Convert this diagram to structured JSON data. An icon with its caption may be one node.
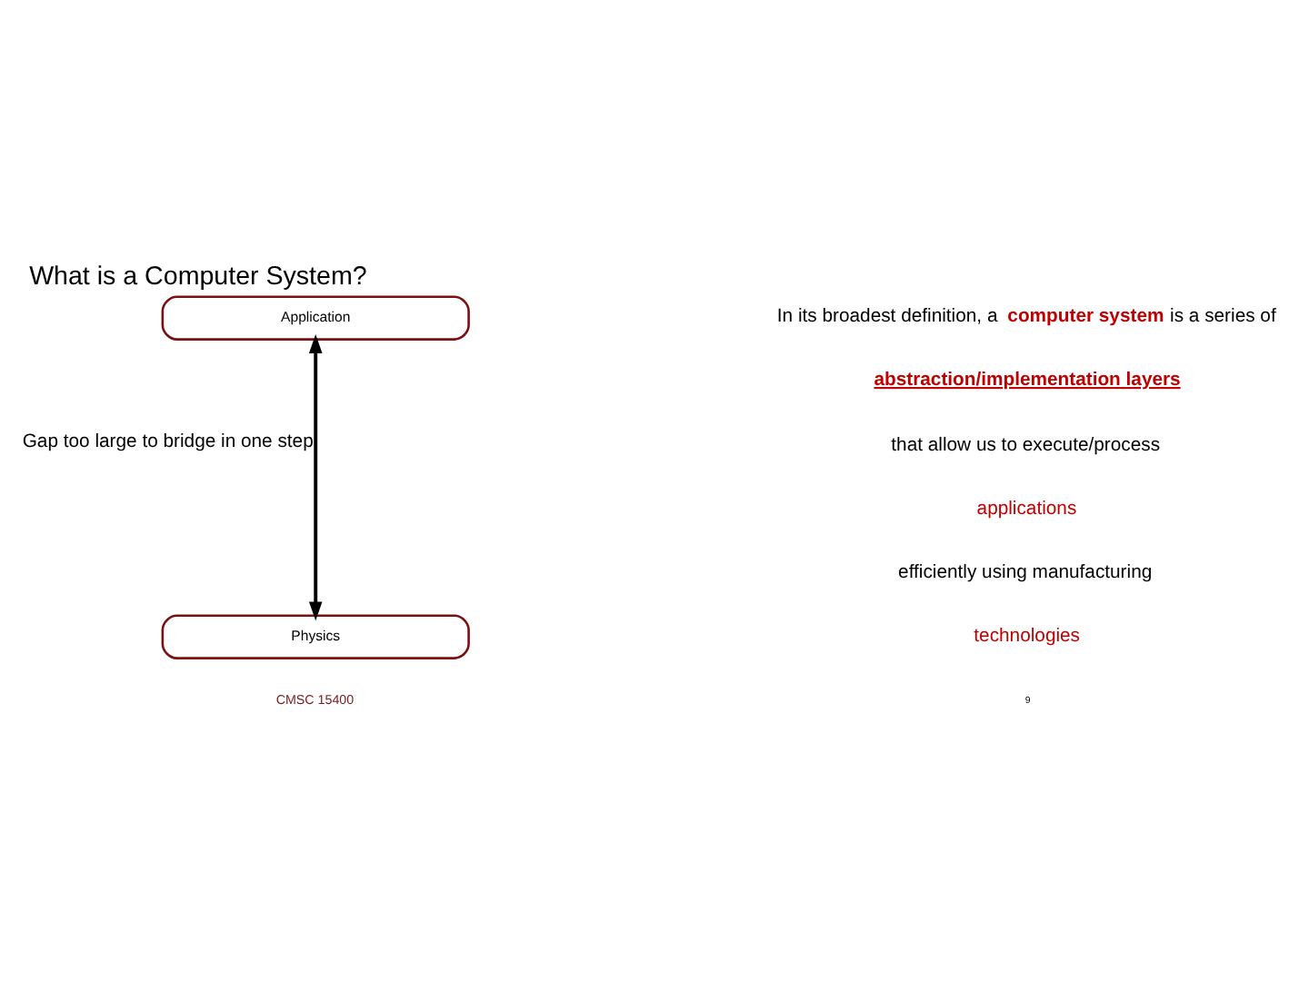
{
  "diagram": {
    "title": "What is a Computer System?",
    "nodes": [
      {
        "text": [
          "Application"
        ]
      },
      {
        "text": [
          "Physics"
        ]
      }
    ],
    "edges": [
      {
        "from": 0,
        "to": 1,
        "arrow": "both",
        "label": "Gap too large to bridge in one step"
      }
    ],
    "labels": [
      "In its broadest definition, a **computer system** is a series of",
      "abstraction/implementation layers",
      "that allow us to execute/process",
      "applications",
      "efficiently using manufacturing",
      "technologies",
      "CMSC 15400",
      "9"
    ]
  }
}
